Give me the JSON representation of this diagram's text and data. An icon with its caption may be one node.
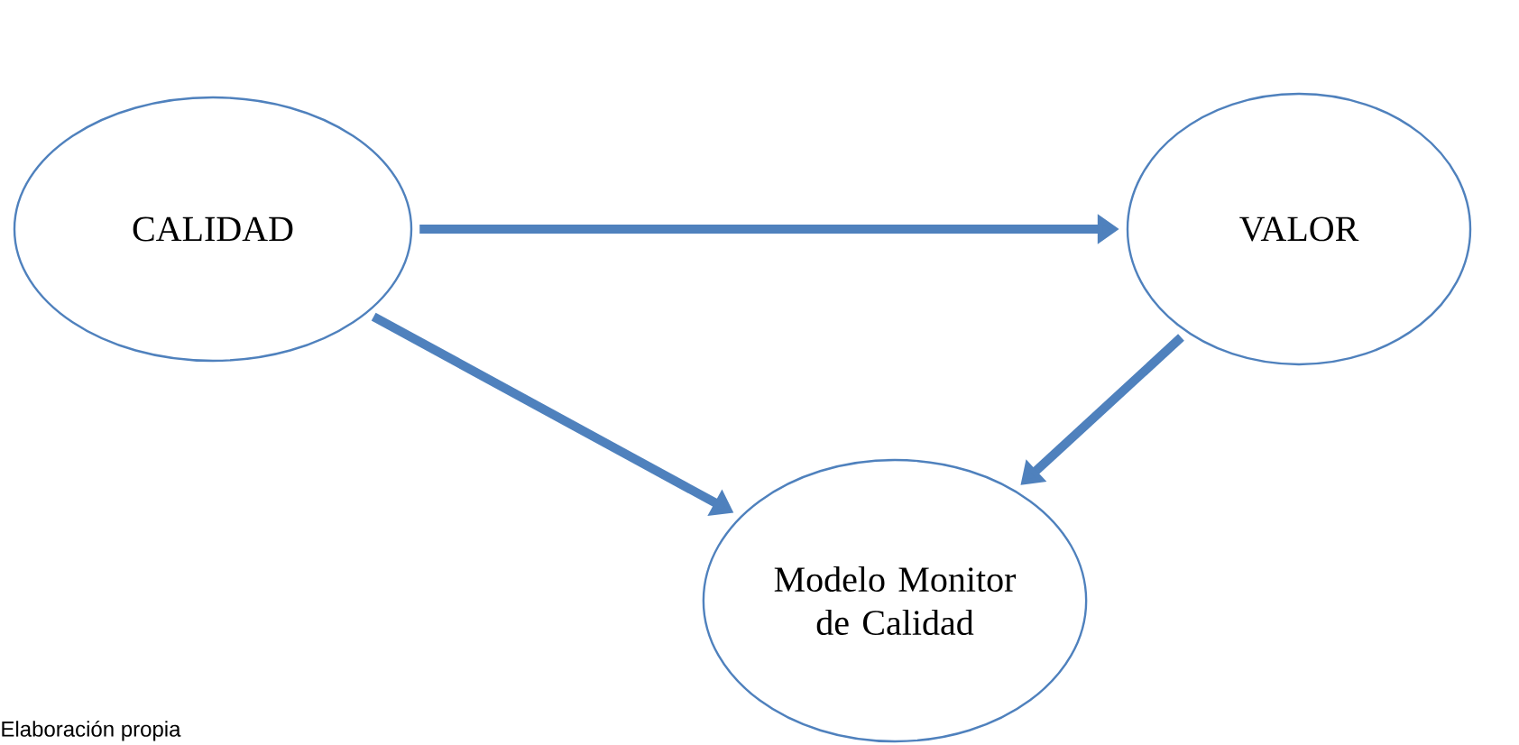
{
  "diagram": {
    "nodes": [
      {
        "text": [
          "CALIDAD"
        ]
      },
      {
        "text": [
          "VALOR"
        ]
      },
      {
        "text": [
          "Modelo Monitor de Calidad"
        ]
      }
    ],
    "edges": [
      {
        "from": 0,
        "to": 1,
        "arrow": "to"
      },
      {
        "from": 0,
        "to": 2,
        "arrow": "to"
      },
      {
        "from": 1,
        "to": 2,
        "arrow": "to"
      }
    ],
    "labels": [
      "Elaboración propia"
    ]
  }
}
